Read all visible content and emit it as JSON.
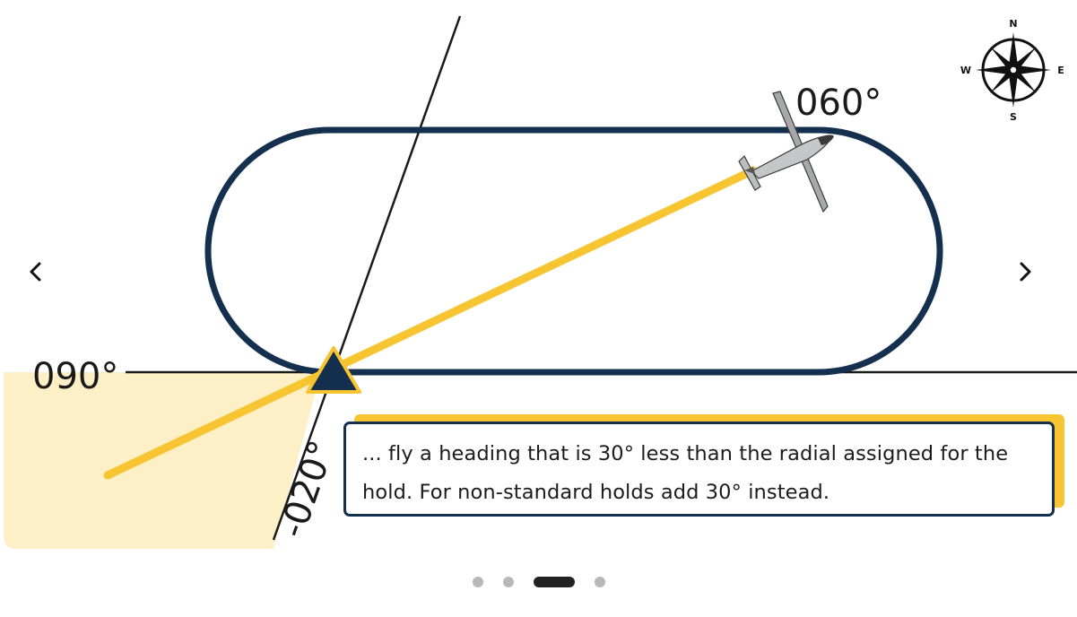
{
  "diagram": {
    "labels": {
      "inbound_heading": "090°",
      "aircraft_heading": "060°",
      "entry_radial": "-020°"
    },
    "compass": {
      "north": "N",
      "south": "S",
      "east": "E",
      "west": "W"
    },
    "callout_text": "... fly a heading that is 30° less than the radial assigned for the hold. For non-standard holds add 30° instead.",
    "colors": {
      "track": "#15304f",
      "heading_line": "#f7c531",
      "protected_area": "#fdf0c6",
      "fix": "#15304f"
    }
  },
  "navigation": {
    "prev_icon": "chevron-left-icon",
    "next_icon": "chevron-right-icon"
  },
  "pagination": {
    "total": 4,
    "active": 3
  }
}
